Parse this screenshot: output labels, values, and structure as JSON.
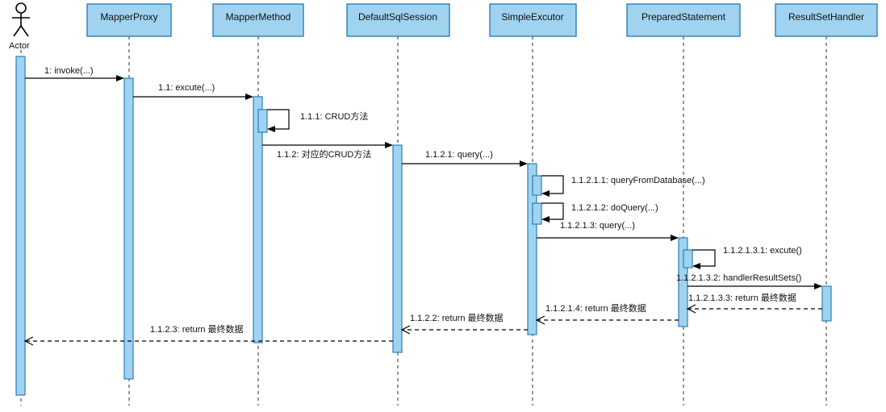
{
  "diagram": {
    "type": "uml-sequence",
    "actor": {
      "label": "Actor"
    },
    "lifelines": [
      {
        "label": "MapperProxy"
      },
      {
        "label": "MapperMethod"
      },
      {
        "label": "DefaultSqlSession"
      },
      {
        "label": "SimpleExcutor"
      },
      {
        "label": "PreparedStatement"
      },
      {
        "label": "ResultSetHandler"
      }
    ],
    "messages": [
      {
        "label": "1: invoke(...)",
        "type": "call",
        "from": "Actor",
        "to": "MapperProxy"
      },
      {
        "label": "1.1: excute(...)",
        "type": "call",
        "from": "MapperProxy",
        "to": "MapperMethod"
      },
      {
        "label": "1.1.1: CRUD方法",
        "type": "self",
        "from": "MapperMethod",
        "to": "MapperMethod"
      },
      {
        "label": "1.1.2: 对应的CRUD方法",
        "type": "call",
        "from": "MapperMethod",
        "to": "DefaultSqlSession"
      },
      {
        "label": "1.1.2.1: query(...)",
        "type": "call",
        "from": "DefaultSqlSession",
        "to": "SimpleExcutor"
      },
      {
        "label": "1.1.2.1.1: queryFromDatabase(...)",
        "type": "self",
        "from": "SimpleExcutor",
        "to": "SimpleExcutor"
      },
      {
        "label": "1.1.2.1.2: doQuery(...)",
        "type": "self",
        "from": "SimpleExcutor",
        "to": "SimpleExcutor"
      },
      {
        "label": "1.1.2.1.3: query(...)",
        "type": "call",
        "from": "SimpleExcutor",
        "to": "PreparedStatement"
      },
      {
        "label": "1.1.2.1.3.1: excute()",
        "type": "self",
        "from": "PreparedStatement",
        "to": "PreparedStatement"
      },
      {
        "label": "1.1.2.1.3.2: handlerResultSets()",
        "type": "call",
        "from": "PreparedStatement",
        "to": "ResultSetHandler"
      },
      {
        "label": "1.1.2.1.3.3: return 最终数据",
        "type": "return",
        "from": "ResultSetHandler",
        "to": "PreparedStatement"
      },
      {
        "label": "1.1.2.1.4: return 最终数据",
        "type": "return",
        "from": "PreparedStatement",
        "to": "SimpleExcutor"
      },
      {
        "label": "1.1.2.2: return 最终数据",
        "type": "return",
        "from": "SimpleExcutor",
        "to": "DefaultSqlSession"
      },
      {
        "label": "1.1.2.3: return 最终数据",
        "type": "return",
        "from": "DefaultSqlSession",
        "to": "Actor"
      }
    ],
    "colors": {
      "node_fill": "#9FD3F0",
      "node_border": "#2D7FB8",
      "line": "#000000"
    }
  }
}
